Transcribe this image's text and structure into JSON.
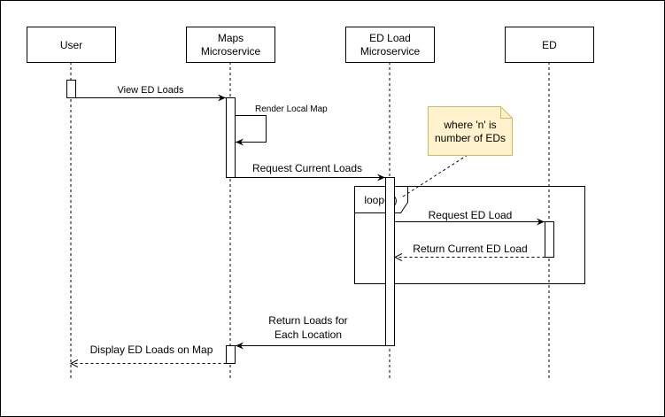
{
  "participants": {
    "user": {
      "lines": [
        "User"
      ]
    },
    "maps": {
      "lines": [
        "Maps",
        "Microservice"
      ]
    },
    "edload": {
      "lines": [
        "ED Load",
        "Microservice"
      ]
    },
    "ed": {
      "lines": [
        "ED"
      ]
    }
  },
  "messages": {
    "view_ed_loads": "View ED Loads",
    "render_local_map": "Render Local Map",
    "request_current_loads": "Request Current Loads",
    "request_ed_load": "Request ED Load",
    "return_current_ed_load": "Return Current ED Load",
    "return_loads": [
      "Return Loads for",
      "Each Location"
    ],
    "display_ed_loads": "Display ED Loads on Map"
  },
  "loop": {
    "label": "loop(n)"
  },
  "note": {
    "lines": [
      "where 'n' is",
      "number of EDs"
    ]
  },
  "colors": {
    "note_fill": "#fff2cc",
    "note_stroke": "#d6b656",
    "line": "#000000"
  }
}
